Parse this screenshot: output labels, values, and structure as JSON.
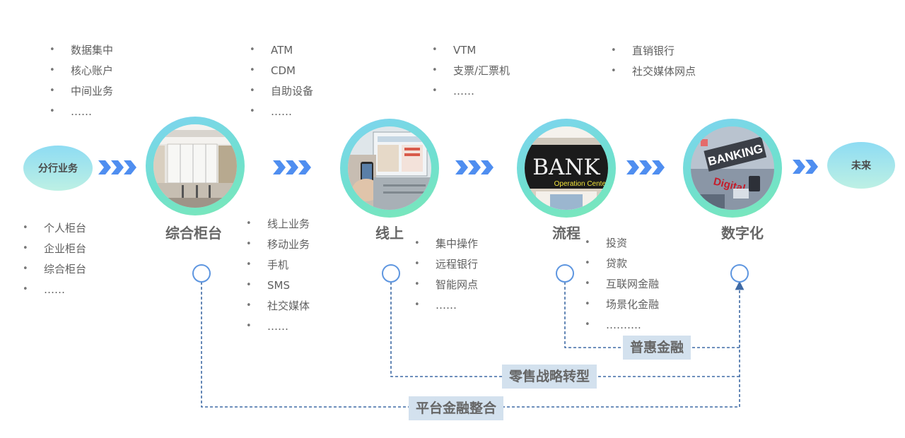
{
  "start": {
    "label": "分行业务"
  },
  "end": {
    "label": "未来"
  },
  "stages": [
    {
      "label": "综合柜台",
      "image": "counter-photo"
    },
    {
      "label": "线上",
      "image": "phone-photo"
    },
    {
      "label": "流程",
      "image": "bank-sign-photo",
      "sign_text": "BANK",
      "sign_sub": "Operation Center"
    },
    {
      "label": "数字化",
      "image": "digital-banking-photo",
      "sign_text": "BANKING",
      "sign_sub": "Digital"
    }
  ],
  "lists": {
    "top_1": [
      "数据集中",
      "核心账户",
      "中间业务",
      "……"
    ],
    "top_2": [
      "ATM",
      "CDM",
      "自助设备",
      "……"
    ],
    "top_3": [
      "VTM",
      "支票/汇票机",
      "……"
    ],
    "top_4": [
      "直销银行",
      "社交媒体网点"
    ],
    "bottom_1": [
      "个人柜台",
      "企业柜台",
      "综合柜台",
      "……"
    ],
    "bottom_2": [
      "线上业务",
      "移动业务",
      "手机",
      "SMS",
      "社交媒体",
      "……"
    ],
    "bottom_3": [
      "集中操作",
      "远程银行",
      "智能网点",
      "……"
    ],
    "bottom_4": [
      "投资",
      "贷款",
      "互联网金融",
      "场景化金融",
      "………."
    ]
  },
  "connectors": [
    {
      "label": "普惠金融"
    },
    {
      "label": "零售战略转型"
    },
    {
      "label": "平台金融整合"
    }
  ],
  "colors": {
    "arrow": "#4f8ef0",
    "ring": "#5e96e0",
    "dashed_line": "#3f6aa5",
    "tag_bg": "#d3e1ee"
  }
}
